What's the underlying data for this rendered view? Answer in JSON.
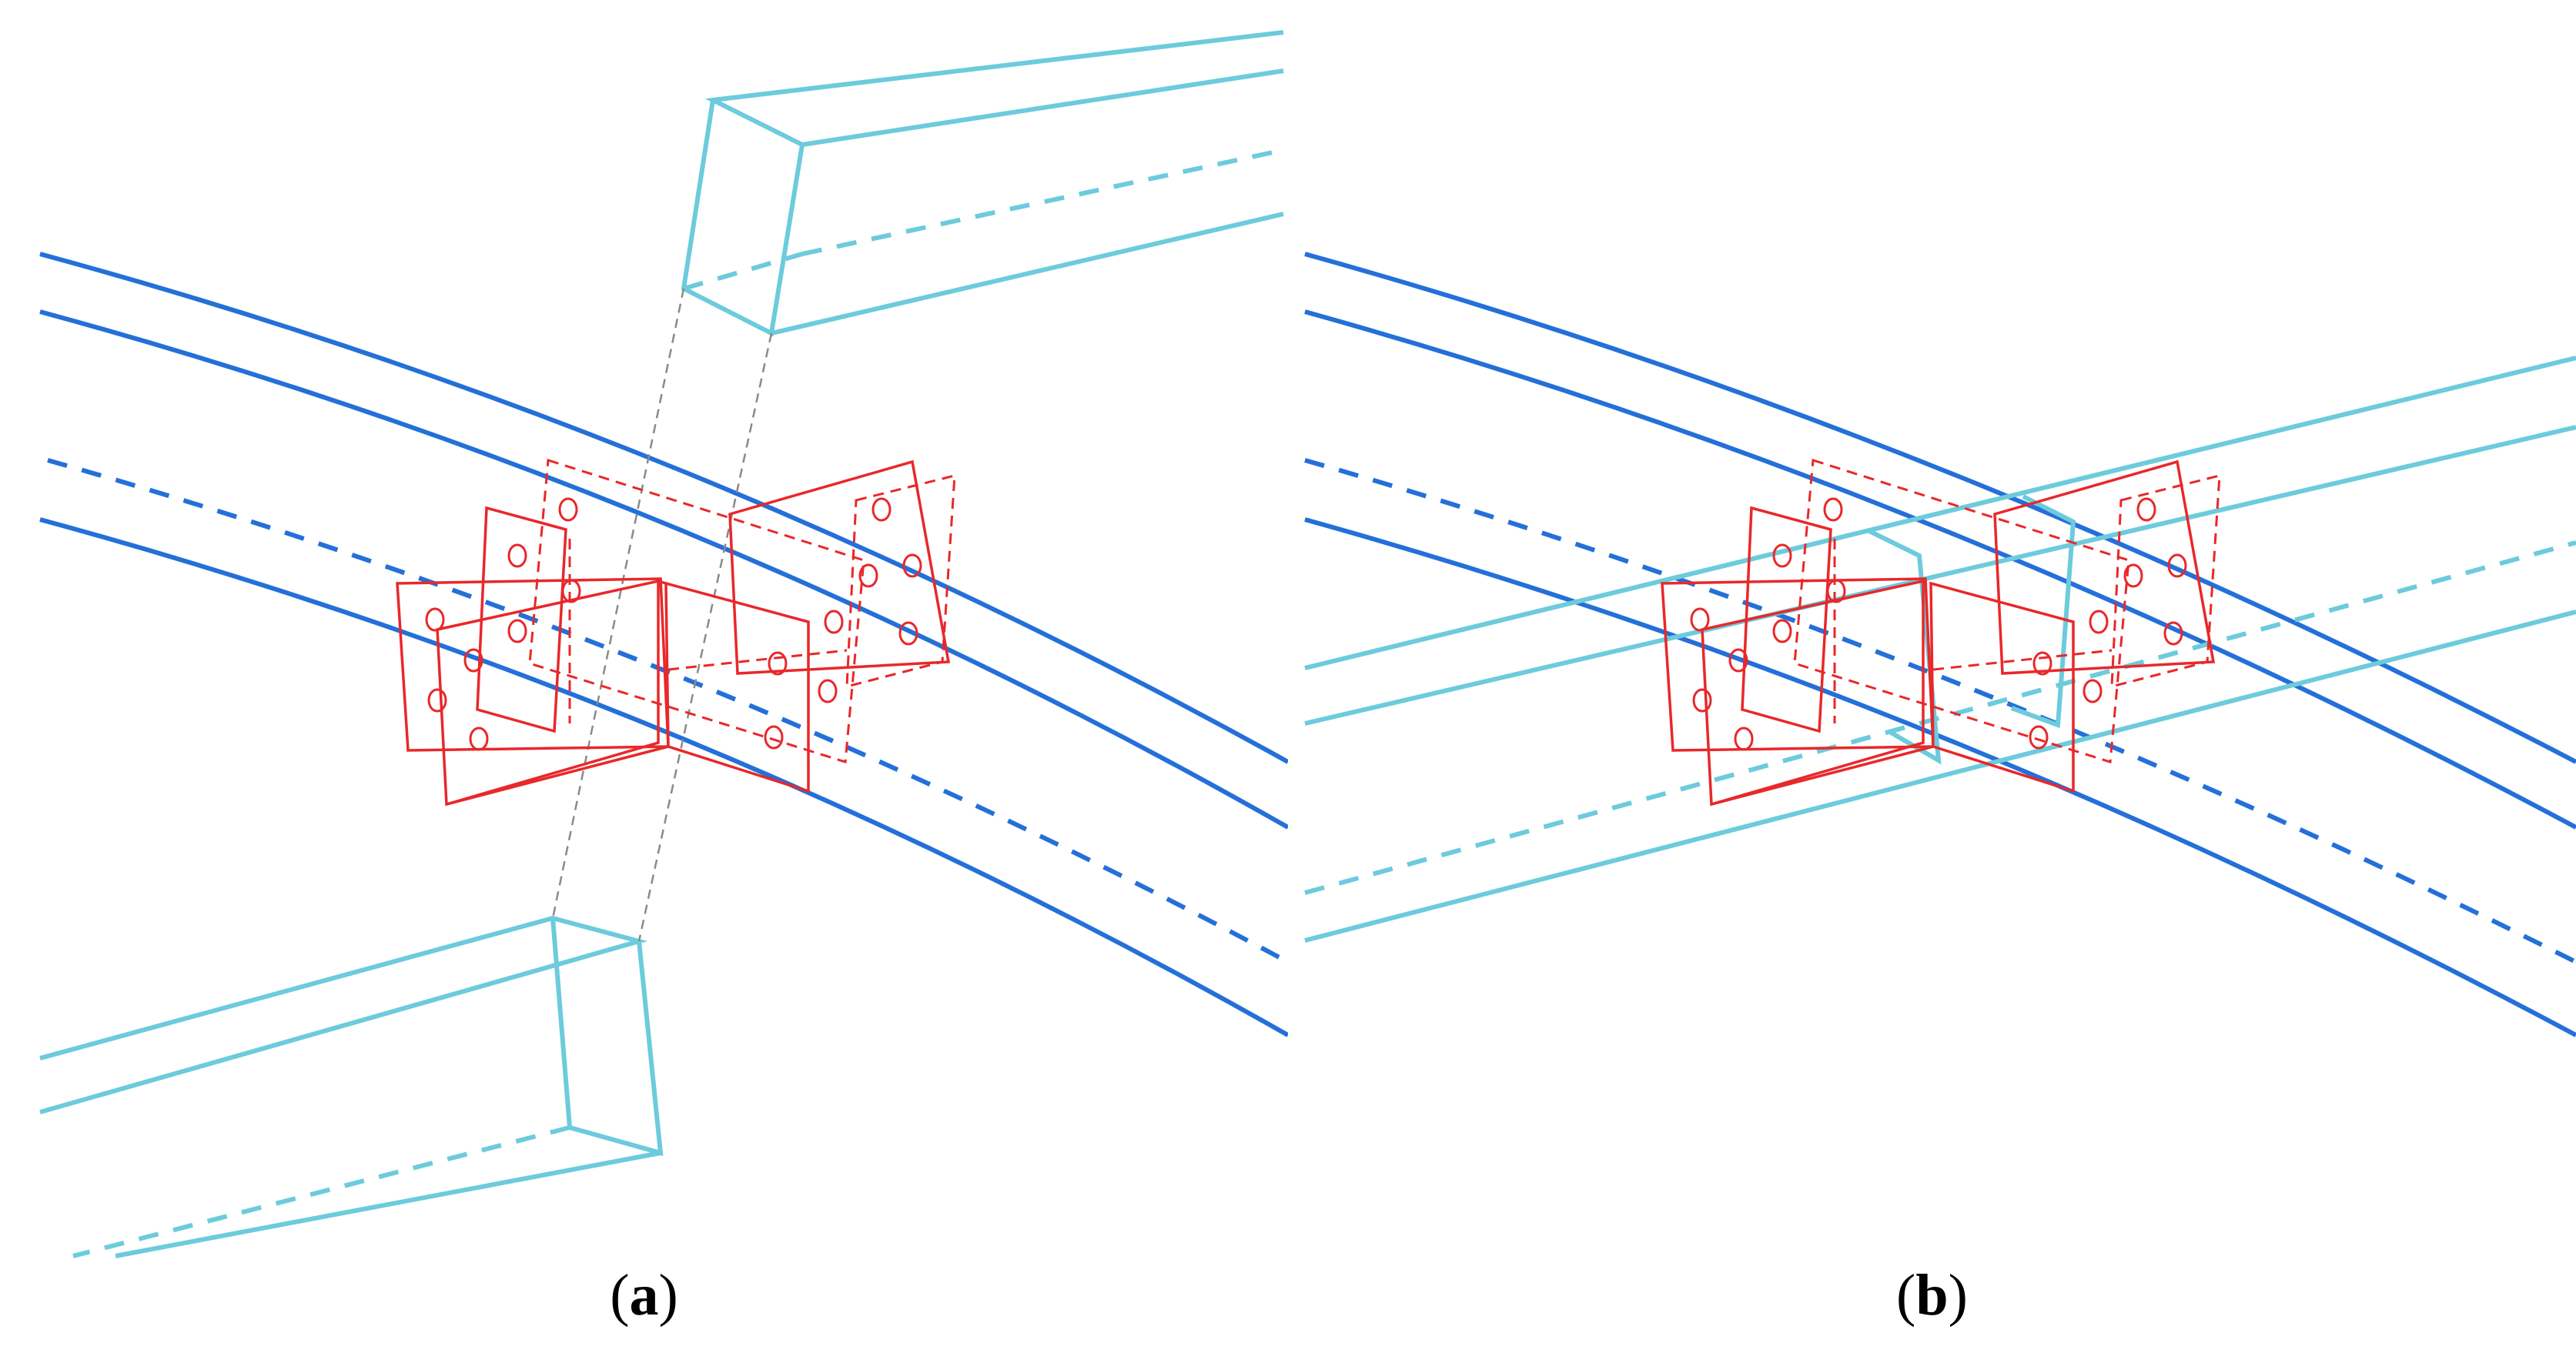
{
  "figure": {
    "panels": [
      {
        "id": "a",
        "caption": "a",
        "state": "exploded"
      },
      {
        "id": "b",
        "caption": "b",
        "state": "assembled"
      }
    ],
    "colors": {
      "main_beam": "#2470d8",
      "secondary_beam": "#6ccbdc",
      "connector_plates": "#e8282a",
      "assembly_guides": "#8a8a8a",
      "caption_text": "#000000"
    }
  }
}
